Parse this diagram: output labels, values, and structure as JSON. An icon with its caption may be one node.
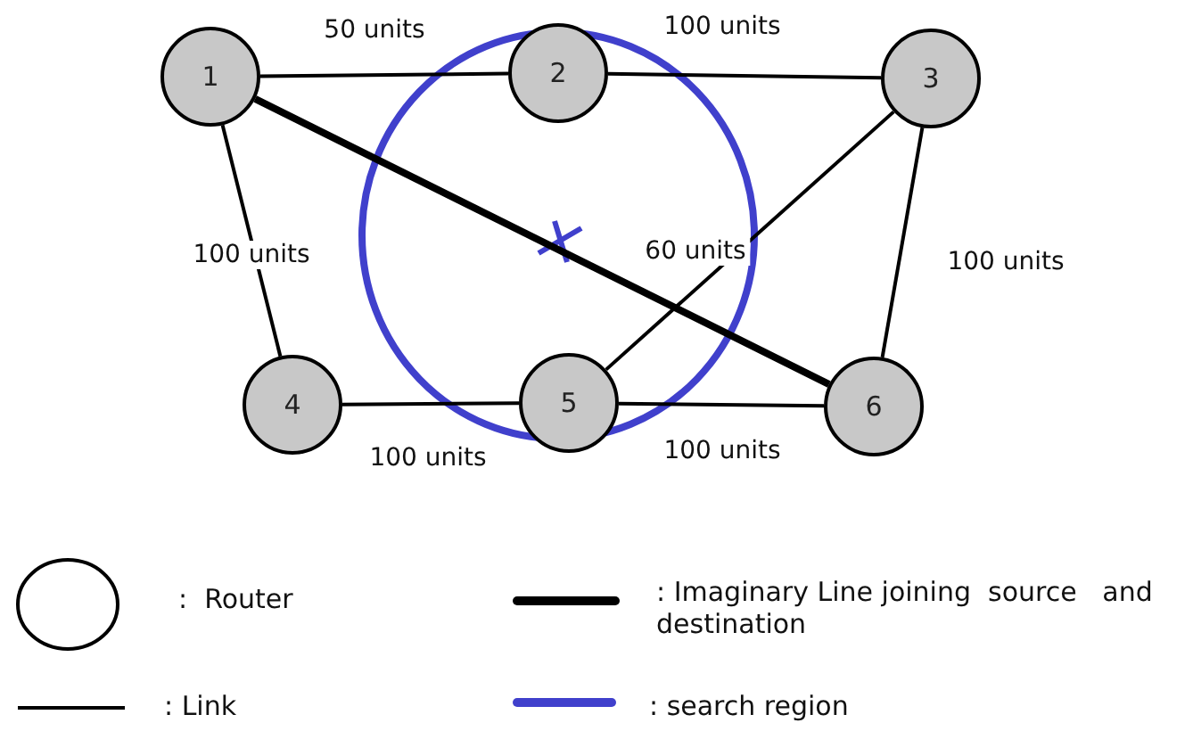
{
  "diagram": {
    "nodes": [
      {
        "text": [
          "1"
        ]
      },
      {
        "text": [
          "2"
        ]
      },
      {
        "text": [
          "3"
        ]
      },
      {
        "text": [
          "4"
        ]
      },
      {
        "text": [
          "5"
        ]
      },
      {
        "text": [
          "6"
        ]
      }
    ],
    "edges": [
      {
        "from": 0,
        "to": 1,
        "arrow": "none",
        "label": "50 units"
      },
      {
        "from": 1,
        "to": 2,
        "arrow": "none",
        "label": "100 units"
      },
      {
        "from": 0,
        "to": 3,
        "arrow": "none",
        "label": "100 units"
      },
      {
        "from": 2,
        "to": 4,
        "arrow": "none",
        "label": "60 units"
      },
      {
        "from": 2,
        "to": 5,
        "arrow": "none",
        "label": "100 units"
      },
      {
        "from": 3,
        "to": 4,
        "arrow": "none",
        "label": "100 units"
      },
      {
        "from": 4,
        "to": 5,
        "arrow": "none",
        "label": "100 units"
      },
      {
        "from": 0,
        "to": 5,
        "arrow": "none",
        "style": "thick"
      }
    ],
    "legend": [
      {
        "text": ":  Router"
      },
      {
        "text": ": Imaginary Line joining  source   and destination"
      },
      {
        "text": ": Link"
      },
      {
        "text": ": search region"
      }
    ]
  }
}
